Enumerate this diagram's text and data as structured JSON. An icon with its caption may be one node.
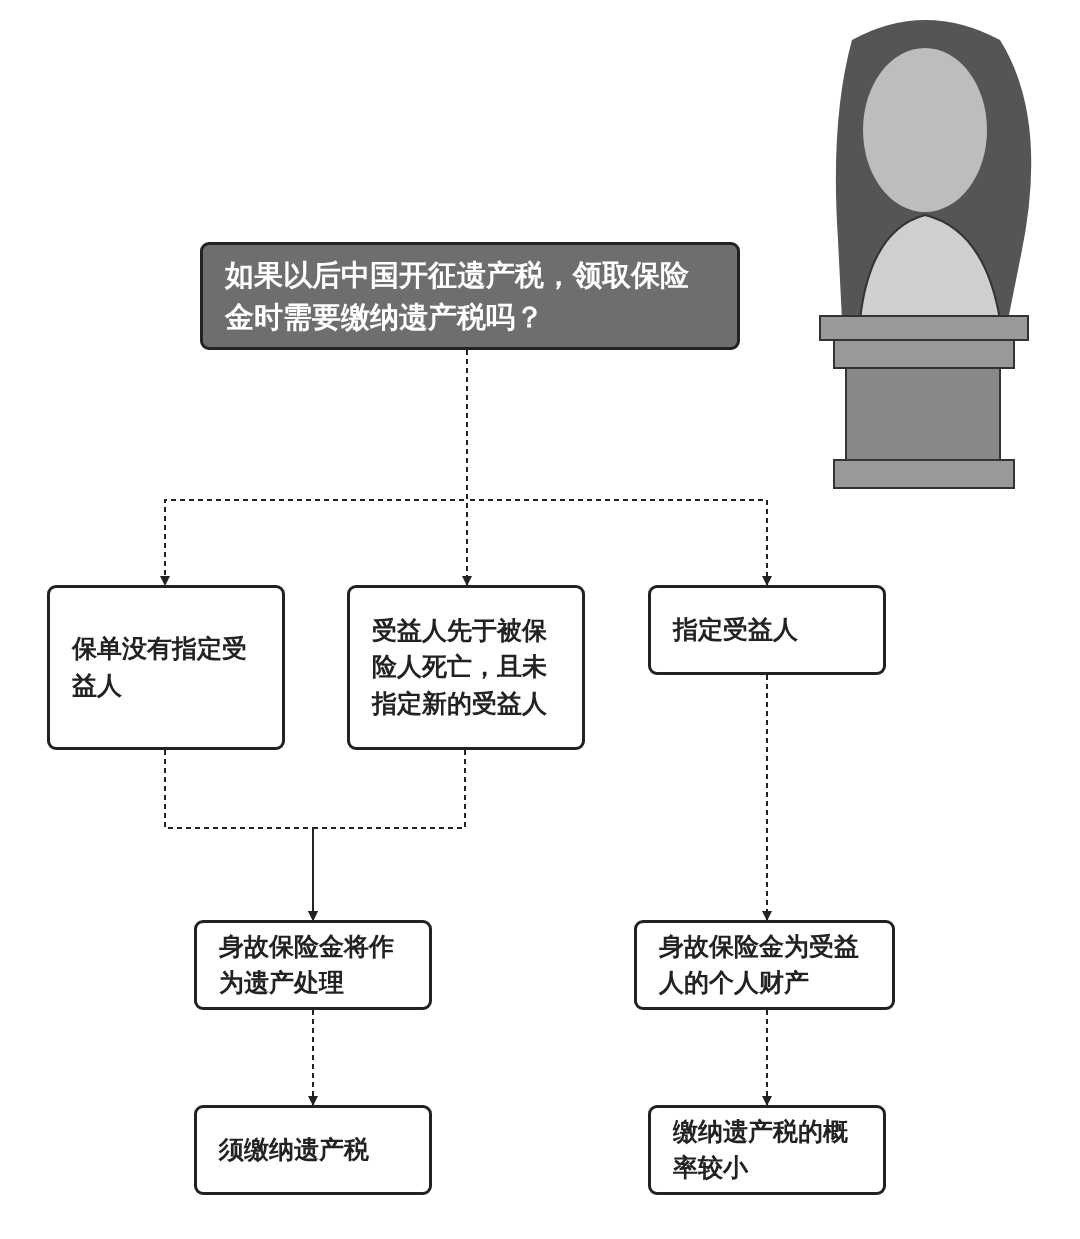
{
  "diagram": {
    "nodes": [
      {
        "text": [
          "如果以后中国开征遗产税，领取保险金时需要缴纳遗产税吗？"
        ]
      },
      {
        "text": [
          "保单没有指定受益人"
        ]
      },
      {
        "text": [
          "受益人先于被保险人死亡，且未指定新的受益人"
        ]
      },
      {
        "text": [
          "指定受益人"
        ]
      },
      {
        "text": [
          "身故保险金将作为遗产处理"
        ]
      },
      {
        "text": [
          "须缴纳遗产税"
        ]
      },
      {
        "text": [
          "身故保险金为受益人的个人财产"
        ]
      },
      {
        "text": [
          "缴纳遗产税的概率较小"
        ]
      }
    ],
    "edges": [
      {
        "from": 0,
        "to": 1,
        "arrow": "to",
        "style": "dashed"
      },
      {
        "from": 0,
        "to": 2,
        "arrow": "to",
        "style": "dashed"
      },
      {
        "from": 0,
        "to": 3,
        "arrow": "to",
        "style": "dashed"
      },
      {
        "from": 1,
        "to": 4,
        "arrow": "to",
        "style": "dashed"
      },
      {
        "from": 2,
        "to": 4,
        "arrow": "to",
        "style": "dashed"
      },
      {
        "from": 3,
        "to": 6,
        "arrow": "to",
        "style": "dashed"
      },
      {
        "from": 4,
        "to": 5,
        "arrow": "to",
        "style": "dashed"
      },
      {
        "from": 6,
        "to": 7,
        "arrow": "to",
        "style": "dashed"
      }
    ]
  }
}
